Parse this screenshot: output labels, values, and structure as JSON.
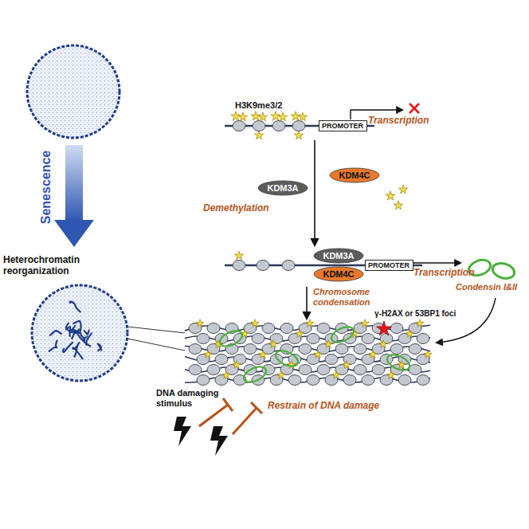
{
  "diagram": {
    "nodes": [
      {
        "text": [
          "PROMOTER"
        ]
      },
      {
        "text": [
          "KDM4C"
        ]
      },
      {
        "text": [
          "KDM3A"
        ]
      },
      {
        "text": [
          "KDM3A"
        ]
      },
      {
        "text": [
          "KDM4C"
        ]
      },
      {
        "text": [
          "PROMOTER"
        ]
      }
    ],
    "labels": [
      "Senescence",
      "Heterochromatin reorganization",
      "H3K9me3/2",
      "Transcription",
      "Demethylation",
      "Transcription",
      "Condensin I&II",
      "Chromosome condensation",
      "γ-H2AX or 53BP1 foci",
      "DNA damaging stimulus",
      "Restrain of DNA damage"
    ]
  }
}
